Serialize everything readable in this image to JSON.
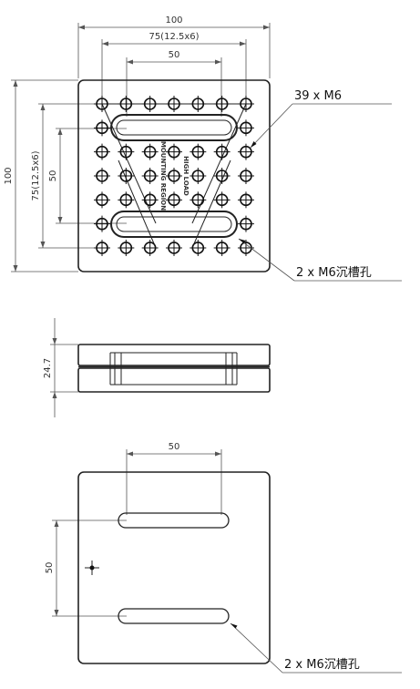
{
  "top_view": {
    "dim_overall_width": "100",
    "dim_hole_span_width": "75(12.5x6)",
    "dim_inner_width": "50",
    "dim_overall_height": "100",
    "dim_hole_span_height": "75(12.5x6)",
    "dim_inner_height": "50",
    "region_label_line1": "HIGH LOAD",
    "region_label_line2": "MOUNTING REGION",
    "callout_holes": "39 x M6",
    "callout_slots": "2 x M6沉槽孔"
  },
  "side_view": {
    "dim_thickness": "24.7"
  },
  "bottom_view": {
    "dim_slot_length": "50",
    "dim_slot_spacing": "50",
    "callout_slots": "2 x M6沉槽孔"
  }
}
